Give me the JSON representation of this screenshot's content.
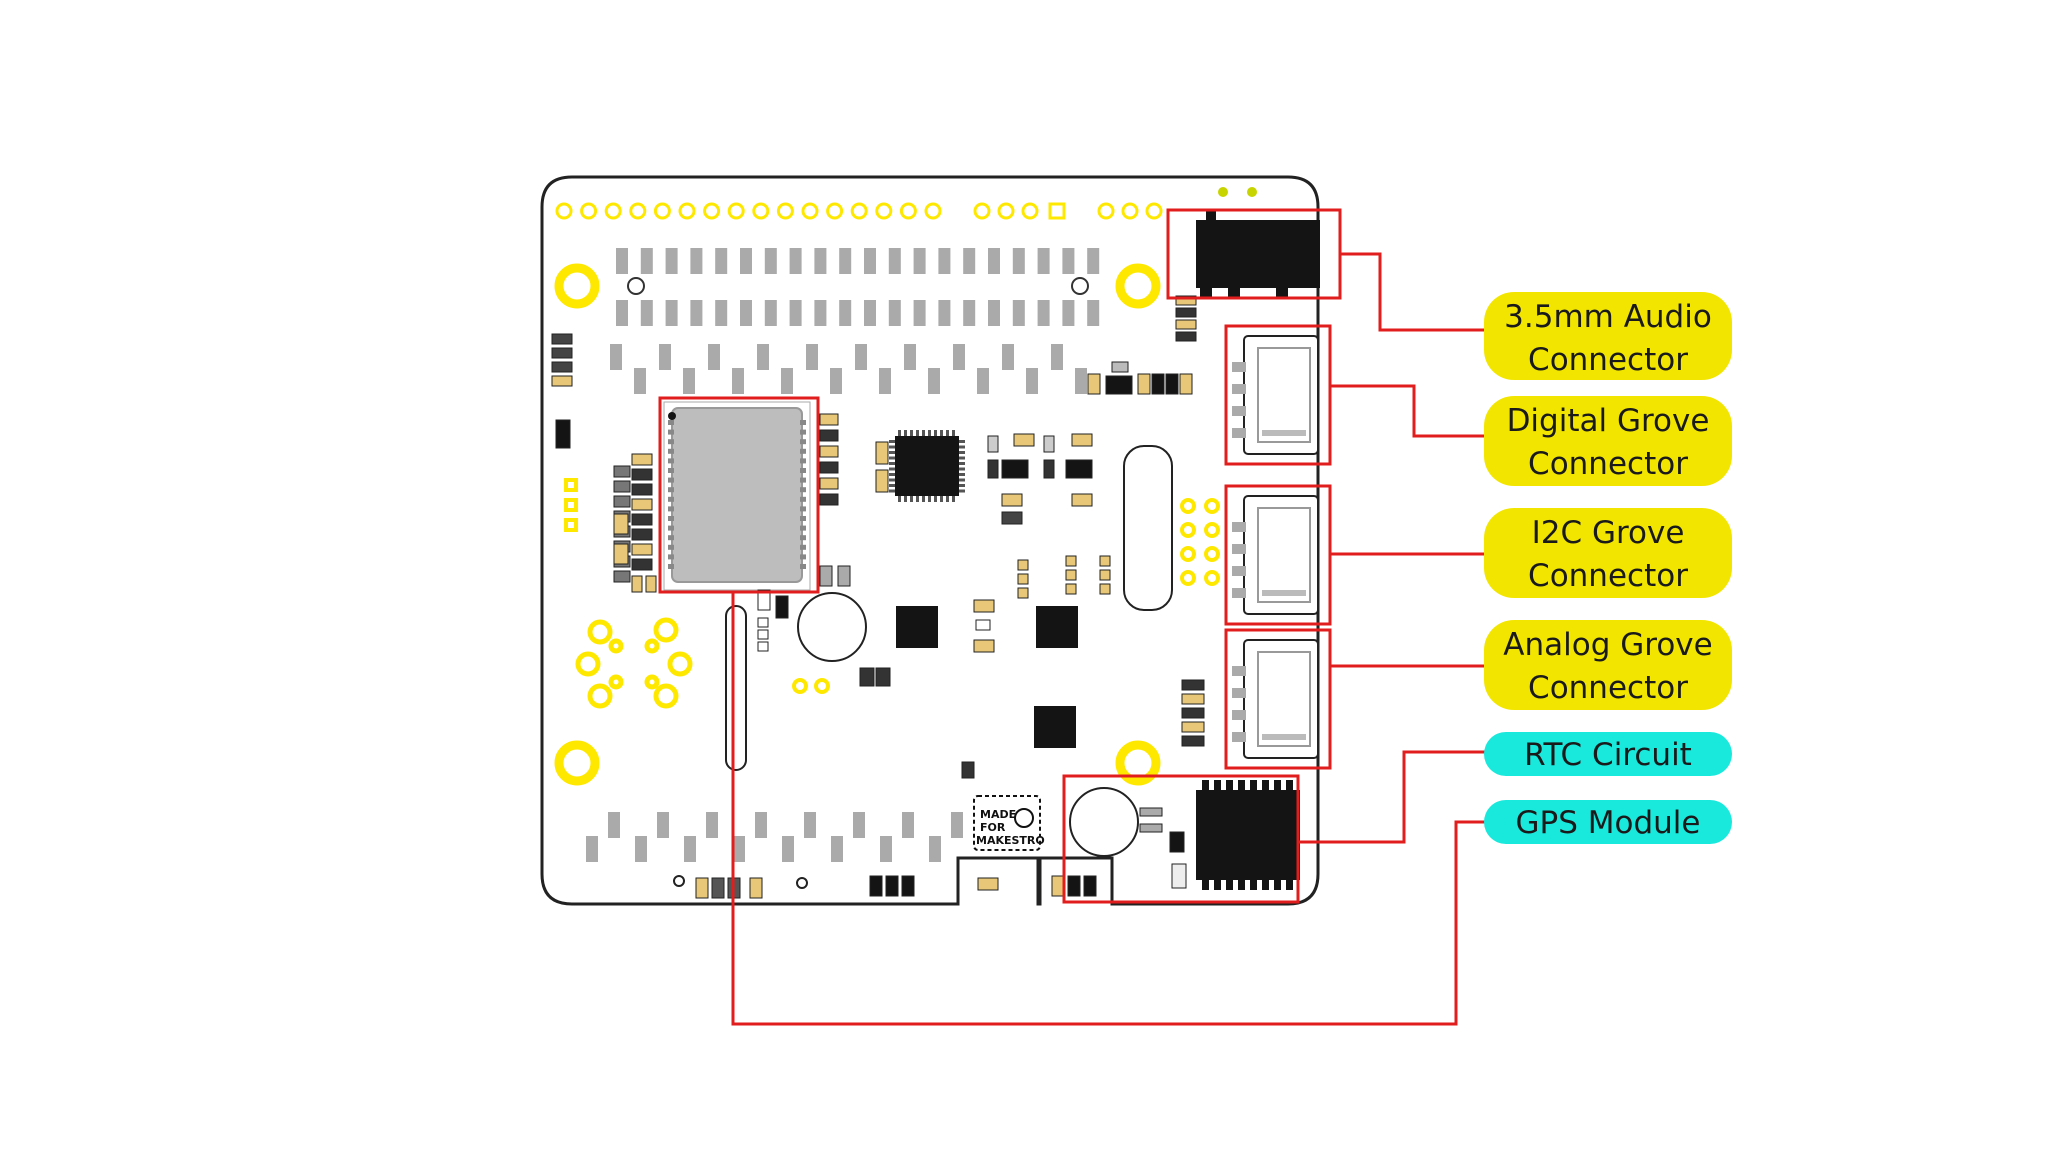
{
  "colors": {
    "board": "#ffffff",
    "board_outline": "#222222",
    "pad_yellow": "#ffe800",
    "label_yellow": "#f2e600",
    "label_cyan": "#19e8dc",
    "leader_red": "#e21d1d",
    "chip_black": "#141414",
    "pin_gray": "#aaaaaa",
    "smd_tan": "#e8c878",
    "gps_gray": "#bdbdbd"
  },
  "callouts": [
    {
      "id": "audio",
      "line1": "3.5mm Audio",
      "line2": "Connector",
      "fill": "yellow"
    },
    {
      "id": "digital",
      "line1": "Digital Grove",
      "line2": "Connector",
      "fill": "yellow"
    },
    {
      "id": "i2c",
      "line1": "I2C Grove",
      "line2": "Connector",
      "fill": "yellow"
    },
    {
      "id": "analog",
      "line1": "Analog Grove",
      "line2": "Connector",
      "fill": "yellow"
    },
    {
      "id": "rtc",
      "line1": "RTC Circuit",
      "line2": "",
      "fill": "cyan"
    },
    {
      "id": "gps",
      "line1": "GPS Module",
      "line2": "",
      "fill": "cyan"
    }
  ],
  "silkscreen": {
    "line1": "MADE",
    "line2": "FOR",
    "line3": "MAKESTRO"
  }
}
